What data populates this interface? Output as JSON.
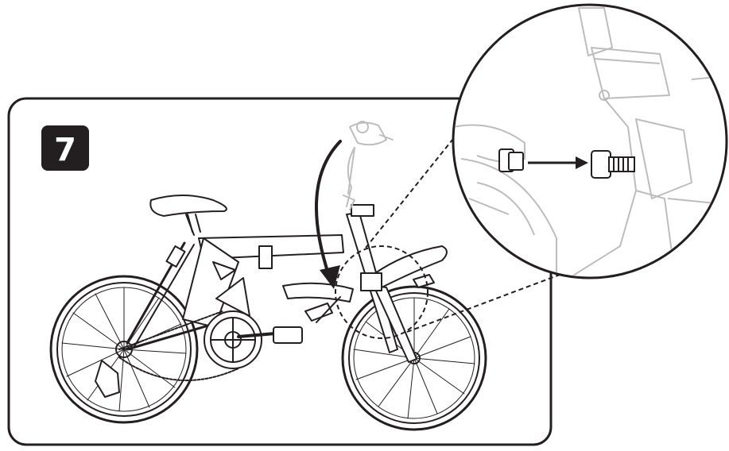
{
  "step": {
    "number": "7",
    "badge_color": "#231f20"
  },
  "colors": {
    "ink": "#231f20",
    "ghost": "#bdbdbd",
    "background": "#ffffff"
  },
  "icons": [
    "step-badge",
    "folding-bicycle",
    "fold-arrow",
    "zoom-callout",
    "hinge-bolt",
    "insert-arrow"
  ]
}
